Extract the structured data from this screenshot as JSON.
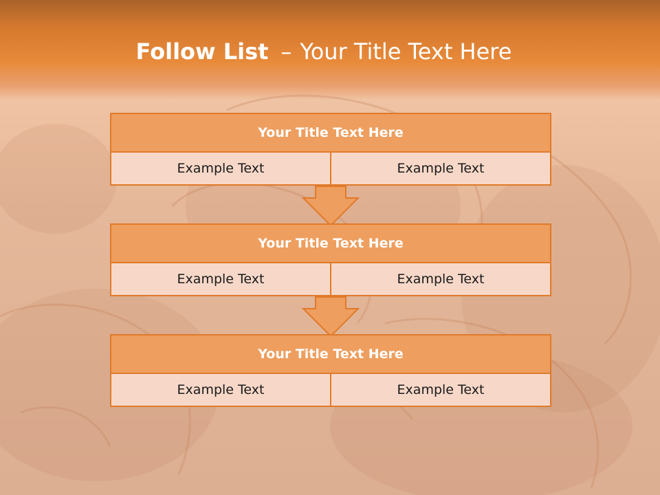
{
  "slide": {
    "title_strong": "Follow List",
    "title_sep": "–",
    "title_rest": "Your Title Text Here"
  },
  "blocks": [
    {
      "title": "Your Title Text Here",
      "left_text": "Example Text",
      "right_text": "Example Text"
    },
    {
      "title": "Your Title Text Here",
      "left_text": "Example Text",
      "right_text": "Example Text"
    },
    {
      "title": "Your Title Text Here",
      "left_text": "Example Text",
      "right_text": "Example Text"
    }
  ],
  "colors": {
    "accent": "#e07a2a",
    "title_fill": "#ee9e5e",
    "cell_fill": "#f7d8c8",
    "arrow_fill": "#ee9e5e"
  }
}
